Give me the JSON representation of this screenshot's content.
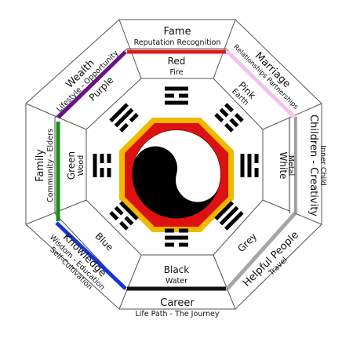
{
  "outer": {
    "fame": {
      "title": "Fame",
      "sub": "Reputation Recognition"
    },
    "marriage": {
      "title": "Marriage",
      "sub": "Relationships Partnerships"
    },
    "children": {
      "title": "Children - Creativity",
      "sub": "Inner Child"
    },
    "helpful": {
      "title": "Helpful People",
      "sub": "Travel"
    },
    "career": {
      "title": "Career",
      "sub": "Life Path - The Journey"
    },
    "knowledge": {
      "title": "Knowledge",
      "sub1": "Wisdom - Education",
      "sub2": "Self-Cultivation"
    },
    "family": {
      "title": "Family",
      "sub": "Community - Elders"
    },
    "wealth": {
      "title": "Wealth",
      "sub": "Lifestyle - Opportunity"
    }
  },
  "inner": {
    "top": {
      "color_name": "Red",
      "element": "Fire"
    },
    "topright": {
      "color_name": "Pink",
      "element": "Earth"
    },
    "right": {
      "color_name": "White",
      "element": "Metal"
    },
    "bottomright": {
      "color_name": "Grey"
    },
    "bottom": {
      "color_name": "Black",
      "element": "Water"
    },
    "bottomleft": {
      "color_name": "Blue"
    },
    "left": {
      "color_name": "Green",
      "element": "Wood"
    },
    "topleft": {
      "color_name": "Purple"
    }
  },
  "colors": {
    "fame": "#e01818",
    "marriage": "#f4c0ee",
    "children": "#ffffff",
    "helpful": "#a6a6a6",
    "career": "#111111",
    "knowledge": "#1834d8",
    "family": "#189018",
    "wealth": "#6a1288",
    "octagon_outer": "#f3b800",
    "octagon_inner": "#dd1111"
  },
  "trigrams": {
    "top": [
      "solid",
      "broken",
      "solid"
    ],
    "topright": [
      "broken",
      "broken",
      "broken"
    ],
    "right": [
      "broken",
      "solid",
      "solid"
    ],
    "bottomright": [
      "solid",
      "solid",
      "solid"
    ],
    "bottom": [
      "broken",
      "solid",
      "broken"
    ],
    "bottomleft": [
      "solid",
      "broken",
      "broken"
    ],
    "left": [
      "broken",
      "broken",
      "solid"
    ],
    "topleft": [
      "solid",
      "solid",
      "broken"
    ]
  }
}
